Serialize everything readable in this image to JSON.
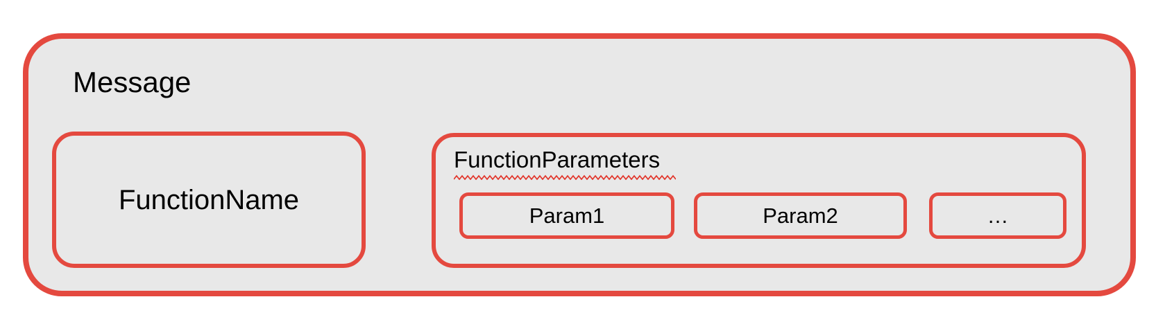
{
  "colors": {
    "border_red": "#e4493f",
    "squiggle_red": "#e23429",
    "fill_gray": "#e8e8e8",
    "text_black": "#000000",
    "page_background": "#ffffff"
  },
  "message": {
    "label": "Message"
  },
  "function_name": {
    "label": "FunctionName"
  },
  "function_parameters": {
    "label": "FunctionParameters",
    "params": [
      "Param1",
      "Param2",
      "…"
    ]
  }
}
